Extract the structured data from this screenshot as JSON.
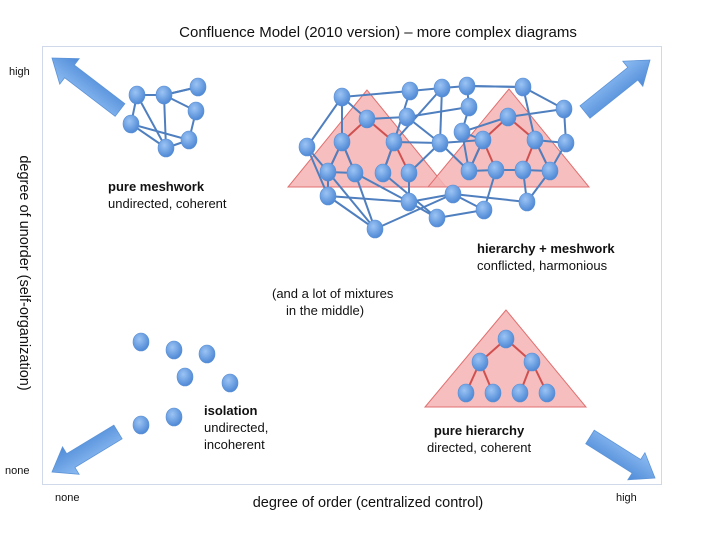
{
  "title": "Confluence Model (2010 version) – more complex diagrams",
  "axes": {
    "y_label": "degree of unorder (self-organization)",
    "x_label": "degree of order (centralized control)",
    "y_high": "high",
    "y_none": "none",
    "x_none": "none",
    "x_high": "high"
  },
  "quadrants": {
    "meshwork": {
      "title": "pure meshwork",
      "subtitle": "undirected, coherent"
    },
    "hierarchy_meshwork": {
      "title": "hierarchy + meshwork",
      "subtitle": "conflicted, harmonious"
    },
    "mixtures": {
      "line1": "(and a lot of mixtures",
      "line2": "in the middle)"
    },
    "isolation": {
      "title": "isolation",
      "line1": "undirected,",
      "line2": "incoherent"
    },
    "hierarchy": {
      "title": "pure hierarchy",
      "subtitle": "directed, coherent"
    }
  },
  "colors": {
    "node": "#6a9fe0",
    "edge": "#4f7fbf",
    "arrow": "#6fa6e6",
    "triangle_fill": "#f5b3b3",
    "triangle_stroke": "#e07070",
    "tree_edge": "#d05050",
    "frame": "#cfd9ea"
  },
  "arrows": [
    {
      "name": "arrow-top-left",
      "direction": "up-left"
    },
    {
      "name": "arrow-top-right",
      "direction": "up-right"
    },
    {
      "name": "arrow-bottom-left",
      "direction": "down-left"
    },
    {
      "name": "arrow-bottom-right",
      "direction": "down-right"
    }
  ]
}
